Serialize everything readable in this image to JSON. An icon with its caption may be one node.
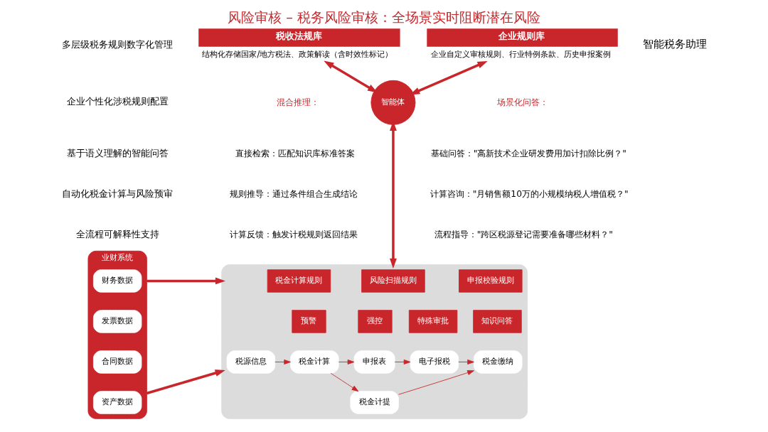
{
  "diagram": {
    "title": "风险审核 – 税务风险审核：全场景实时阻断潜在风险",
    "nodes": [
      {
        "text": [
          "税收法规库"
        ],
        "beside": [
          "结构化存储国家/地方税法、政策解读（含时效性标记）"
        ]
      },
      {
        "text": [
          "企业规则库"
        ],
        "beside": [
          "企业自定义审核规则、行业特例条款、历史申报案例"
        ]
      },
      {
        "text": [
          "智能体"
        ]
      },
      {
        "text": [],
        "shape": "box"
      },
      {
        "text": [
          "税金计算规则"
        ],
        "in": 3
      },
      {
        "text": [
          "风险扫描规则"
        ],
        "in": 3
      },
      {
        "text": [
          "申报校验规则"
        ],
        "in": 3
      },
      {
        "text": [
          "预警"
        ],
        "in": 3
      },
      {
        "text": [
          "强控"
        ],
        "in": 3
      },
      {
        "text": [
          "特殊审批"
        ],
        "in": 3
      },
      {
        "text": [
          "知识问答"
        ],
        "in": 3
      },
      {
        "text": [
          "税源信息"
        ],
        "in": 3
      },
      {
        "text": [
          "税金计算"
        ],
        "in": 3
      },
      {
        "text": [
          "申报表"
        ],
        "in": 3
      },
      {
        "text": [
          "电子报税"
        ],
        "in": 3
      },
      {
        "text": [
          "税金缴纳"
        ],
        "in": 3
      },
      {
        "text": [
          "税金计提"
        ],
        "in": 3
      },
      {
        "text": [
          "业财系统"
        ]
      },
      {
        "text": [
          "财务数据"
        ],
        "in": 17
      },
      {
        "text": [
          "发票数据"
        ],
        "in": 17
      },
      {
        "text": [
          "合同数据"
        ],
        "in": 17
      },
      {
        "text": [
          "资产数据"
        ],
        "in": 17
      }
    ],
    "edges": [
      {
        "from": 0,
        "to": 2,
        "arrow": "both",
        "style": "thick"
      },
      {
        "from": 1,
        "to": 2,
        "arrow": "both",
        "style": "thick"
      },
      {
        "from": 2,
        "to": 3,
        "arrow": "both",
        "style": "thick"
      },
      {
        "from": 17,
        "to": 3,
        "arrow": "to",
        "style": "thick"
      },
      {
        "from": 17,
        "to": 3,
        "arrow": "to",
        "style": "thick"
      },
      {
        "from": 11,
        "to": 12,
        "arrow": "to"
      },
      {
        "from": 12,
        "to": 13,
        "arrow": "to"
      },
      {
        "from": 13,
        "to": 14,
        "arrow": "to"
      },
      {
        "from": 14,
        "to": 15,
        "arrow": "to"
      },
      {
        "from": 12,
        "to": 16,
        "arrow": "to"
      },
      {
        "from": 16,
        "to": 15,
        "arrow": "to"
      }
    ],
    "labels": [
      "多层级税务规则数字化管理",
      "企业个性化涉税规则配置",
      "基于语义理解的智能问答",
      "自动化税金计算与风险预审",
      "全流程可解释性支持",
      "混合推理：",
      "直接检索：匹配知识库标准答案",
      "规则推导：通过条件组合生成结论",
      "计算反馈：触发计税规则返回结果",
      "场景化问答：",
      "基础问答：\"高新技术企业研发费用加计扣除比例？\"",
      "计算咨询：\"月销售额10万的小规模纳税人增值税？\"",
      "流程指导：\"跨区税源登记需要准备哪些材料？\"",
      "智能税务助理"
    ]
  }
}
